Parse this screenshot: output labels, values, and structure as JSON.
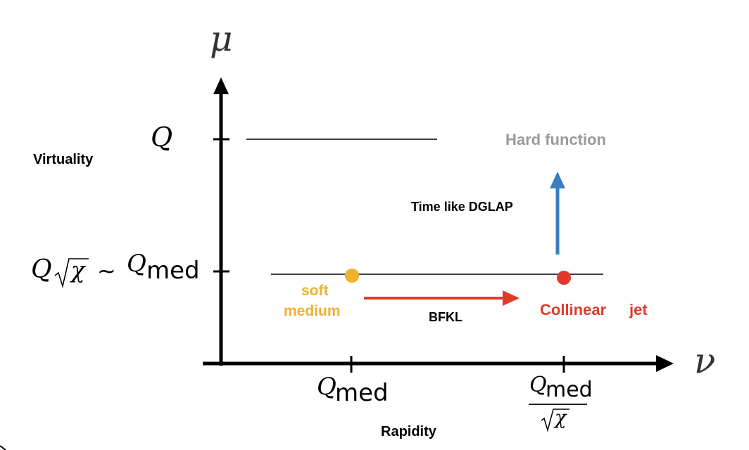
{
  "axes": {
    "y_symbol": "μ",
    "x_symbol": "ν",
    "y_title": "Virtuality",
    "x_title": "Rapidity"
  },
  "y_ticks": {
    "q_label": "Q",
    "lower_q": "Q",
    "lower_sqrt_chi": "χ",
    "lower_sim": "~",
    "lower_q_med_q": "Q",
    "lower_q_med_sub": "med"
  },
  "x_ticks": {
    "first_q": "Q",
    "first_sub": "med",
    "second_num_q": "Q",
    "second_num_sub": "med",
    "second_den_chi": "χ"
  },
  "labels": {
    "hard_function": "Hard function",
    "time_like": "Time like DGLAP",
    "soft_line1": "soft",
    "soft_line2": "medium",
    "bfkl": "BFKL",
    "collinear": "Collinear",
    "jet": "jet"
  },
  "colors": {
    "axis": "#000000",
    "soft": "#F0B030",
    "collinear": "#E03A2A",
    "bfkl_arrow": "#E03A2A",
    "dglap_arrow": "#3A7EC0",
    "hard_text": "#9A9A9A"
  }
}
